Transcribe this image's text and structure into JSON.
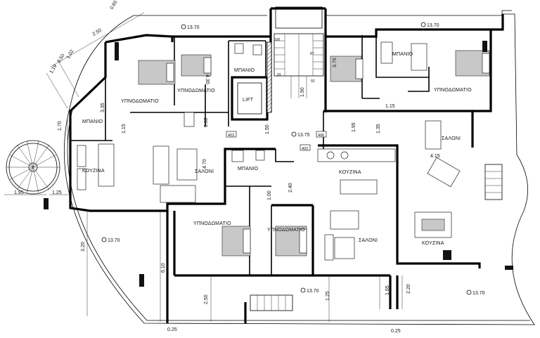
{
  "rooms": {
    "bedroom_1": "ΥΠΝΟΔΩΜΑΤΙΟ",
    "bedroom_2": "ΥΠΝΟΔΩΜΑΤΙΟ",
    "bedroom_3": "ΥΠΝΟΔΩΜΑΤΙΟ",
    "bedroom_4": "ΥΠΝΟΔΩΜΑΤΙΟ",
    "bedroom_5": "ΥΠΝΟΔΩΜΑΤΙΟ",
    "bath_1": "ΜΠΑΝΙΟ",
    "bath_2": "ΜΠΑΝΙΟ",
    "bath_3": "ΜΠΑΝΙΟ",
    "bath_4": "ΜΠΑΝΙΟ",
    "kitchen_1": "ΚΟΥΖΙΝΑ",
    "kitchen_2": "ΚΟΥΖΙΝΑ",
    "kitchen_3": "ΚΟΥΖΙΝΑ",
    "living_1": "ΣΑΛΟΝΙ",
    "living_2": "ΣΑΛΟΝΙ",
    "living_3": "ΣΑΛΟΝΙ",
    "lift": "LIFT"
  },
  "levels": {
    "l1": "13.70",
    "l2": "13.70",
    "l3": "13.70",
    "l4": "13.70",
    "l5": "13.75",
    "l6": "13.70"
  },
  "dimensions": {
    "d_065": "0.65",
    "d_250_top": "2.50",
    "d_119": "1.19",
    "d_050": "0.50",
    "d_102": "1.02",
    "d_430": "4.30",
    "d_370": "3.70",
    "d_190": "1.90",
    "d_115_a": "1.15",
    "d_115_b": "1.15",
    "d_335": "3.35",
    "d_170_left": "1.70",
    "d_080": "0.80",
    "d_150": "1.50",
    "d_195": "1.95",
    "d_135": "1.35",
    "d_415": "4.15",
    "d_470": "4.70",
    "d_240": "2.40",
    "d_100": "1.00",
    "d_195_left": "1.95",
    "d_125_left": "1.25",
    "d_320": "3.20",
    "d_610": "6.10",
    "d_250_bottom": "2.50",
    "d_125_bottom": "1.25",
    "d_165": "1.65",
    "d_220": "2.20",
    "d_025_a": "0.25",
    "d_025_b": "0.25"
  },
  "marks": {
    "m_403": "403",
    "m_402": "402",
    "m_406": "406"
  },
  "stair_numbers": {
    "s100": "100",
    "s93": "93",
    "s92": "92",
    "s87": "87"
  }
}
